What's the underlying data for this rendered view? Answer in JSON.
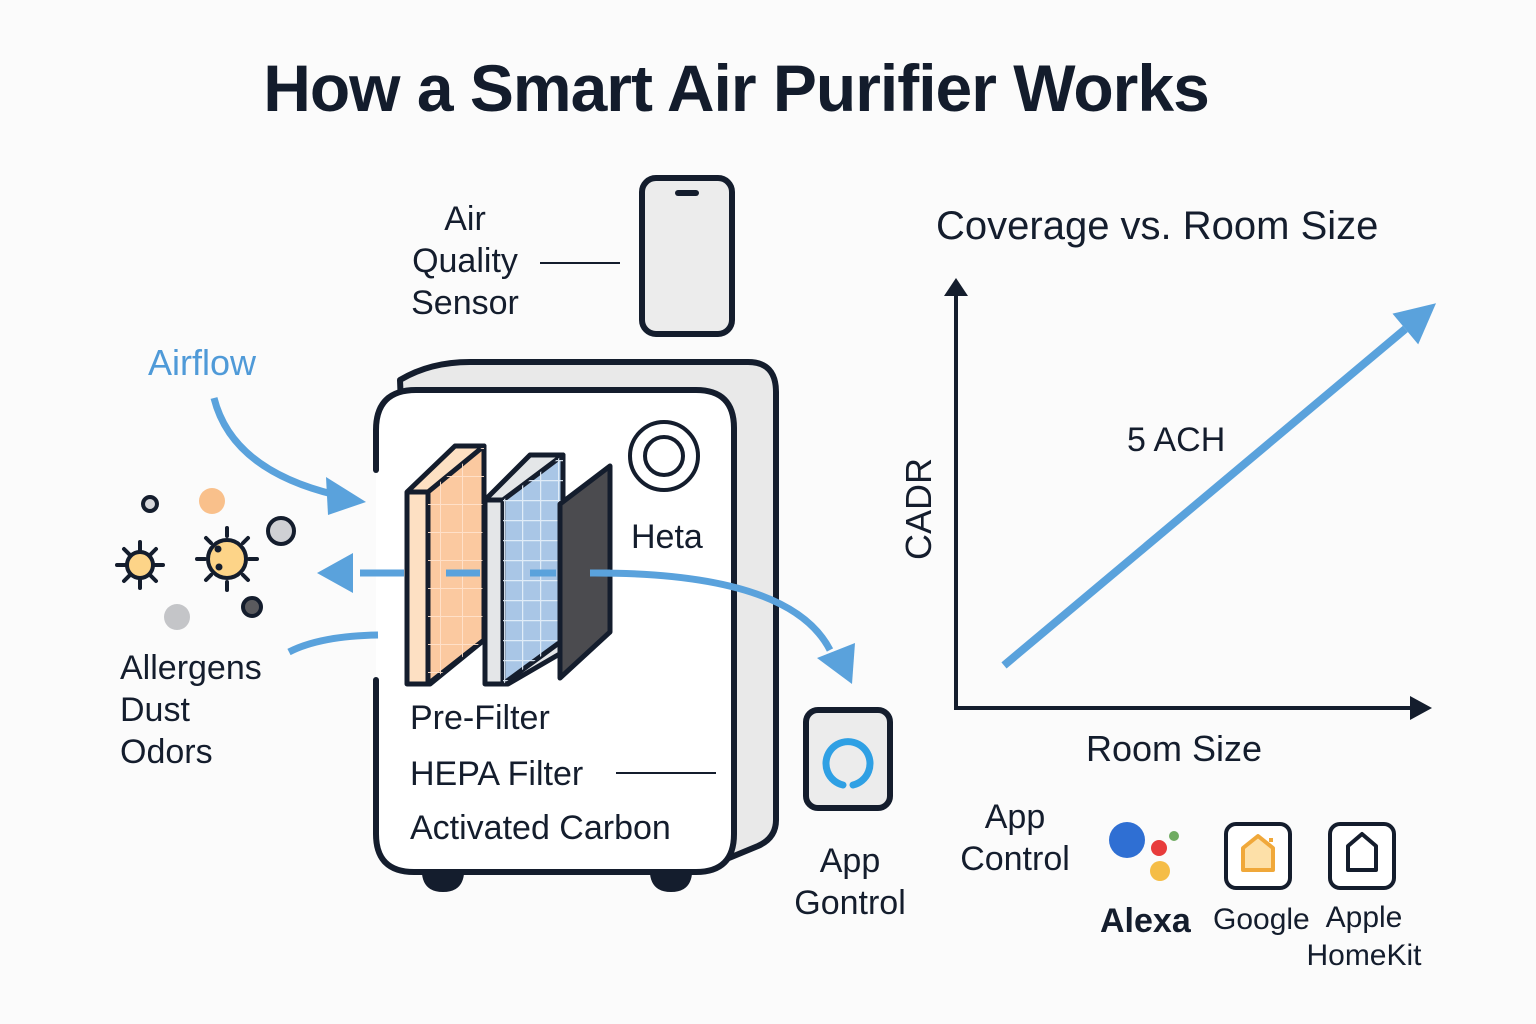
{
  "title": "How a Smart Air Purifier Works",
  "colors": {
    "ink": "#141d2d",
    "airflow_blue": "#5aa2dc",
    "prefilter_orange": "#fbc9a0",
    "hepa_blue": "#a9c6e6",
    "carbon_gray": "#4b4b4f",
    "body_side": "#e8e8e8",
    "google_blue": "#2f6fd3",
    "google_red": "#e83c3c",
    "google_yellow": "#f5bd47",
    "google_green": "#6fab61",
    "home_orange": "#f0a83a"
  },
  "sensor": {
    "label_lines": [
      "Air",
      "Quality",
      "Sensor"
    ],
    "icon": "phone-sensor-icon"
  },
  "airflow": {
    "label": "Airflow"
  },
  "pollutants": {
    "icons": [
      "small-ring-particle",
      "orange-dot",
      "ring-particle",
      "pollen-sun-icon",
      "virus-icon",
      "gray-dot",
      "dark-dot"
    ],
    "label_lines": [
      "Allergens",
      "Dust",
      "Odors"
    ]
  },
  "device": {
    "badge_label": "Heta",
    "fan_icon": "fan-ring-icon",
    "filters": [
      {
        "name": "Pre-Filter",
        "color": "orange"
      },
      {
        "name": "HEPA Filter",
        "color": "blue"
      },
      {
        "name": "Activated Carbon",
        "color": "dark"
      }
    ]
  },
  "app_control_device": {
    "icon": "alexa-ring-icon",
    "label_lines": [
      "App",
      "Gontrol"
    ]
  },
  "chart_data": {
    "type": "line",
    "title": "Coverage vs. Room Size",
    "xlabel": "Room Size",
    "ylabel": "CADR",
    "annotation": "5 ACH",
    "series": [
      {
        "name": "5 ACH",
        "x": [
          0.1,
          1.0
        ],
        "y": [
          0.1,
          0.95
        ]
      }
    ],
    "xlim": [
      0,
      1
    ],
    "ylim": [
      0,
      1
    ],
    "grid": false,
    "ticks": "none"
  },
  "integrations": {
    "heading_lines": [
      "App",
      "Control"
    ],
    "items": [
      {
        "name": "Alexa",
        "icon": "google-assistant-dots-icon"
      },
      {
        "name": "Google",
        "icon": "google-home-icon"
      },
      {
        "name": "Apple HomeKit",
        "label_lines": [
          "Apple",
          "HomeKit"
        ],
        "icon": "apple-homekit-icon"
      }
    ]
  }
}
